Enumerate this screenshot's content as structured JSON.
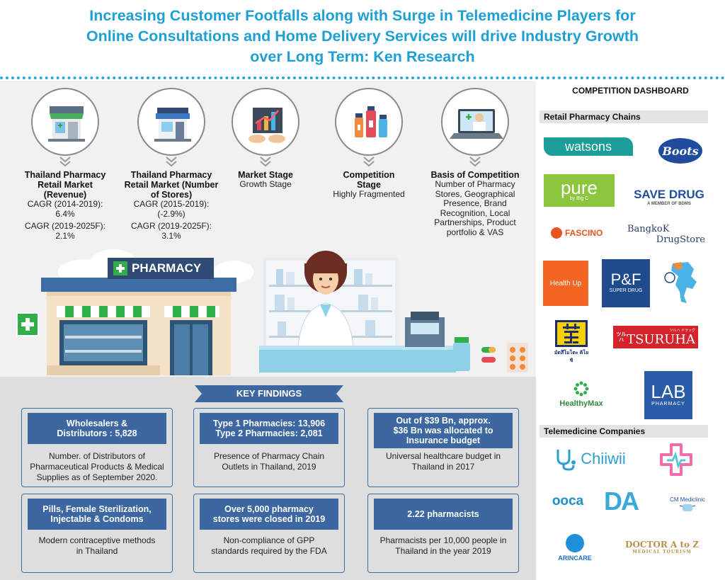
{
  "header": {
    "title_lines": [
      "Increasing Customer Footfalls along with Surge in Telemedicine Players for",
      "Online Consultations and Home Delivery Services will drive Industry Growth",
      "over Long Term: Ken Research"
    ]
  },
  "stats": [
    {
      "icon": "pharmacy-store-icon",
      "title_lines": [
        "Thailand Pharmacy",
        "Retail Market",
        "(Revenue)"
      ],
      "lines": [
        "CAGR (2014-2019):",
        "6.4%",
        "CAGR (2019-2025F):",
        "2.1%"
      ]
    },
    {
      "icon": "storefront-icon",
      "title_lines": [
        "Thailand Pharmacy",
        "Retail Market (Number",
        "of Stores)"
      ],
      "lines": [
        "CAGR (2015-2019):",
        "(-2.9%)",
        "CAGR (2019-2025F):",
        "3.1%"
      ]
    },
    {
      "icon": "growth-chart-icon",
      "title_lines": [
        "Market Stage"
      ],
      "lines": [
        "Growth Stage"
      ]
    },
    {
      "icon": "medicine-bottles-icon",
      "title_lines": [
        "Competition",
        "Stage"
      ],
      "lines": [
        "Highly Fragmented"
      ]
    },
    {
      "icon": "online-doctor-icon",
      "title_lines": [
        "Basis of Competition"
      ],
      "lines": [
        "Number of Pharmacy",
        "Stores, Geographical",
        "Presence, Brand",
        "Recognition, Local",
        "Partnerships, Product",
        "portfolio & VAS"
      ]
    }
  ],
  "scene": {
    "pharmacy_sign": "PHARMACY"
  },
  "key_findings": {
    "title": "KEY FINDINGS",
    "cards": [
      {
        "head": [
          "Wholesalers &",
          "Distributors : 5,828"
        ],
        "desc": [
          "Number. of Distributors of",
          "Pharmaceutical Products & Medical",
          "Supplies as of September 2020."
        ]
      },
      {
        "head": [
          "Type 1 Pharmacies: 13,906",
          "Type 2 Pharmacies: 2,081"
        ],
        "desc": [
          "Presence of Pharmacy Chain",
          "Outlets in Thailand, 2019"
        ]
      },
      {
        "head": [
          "Out of $39 Bn, approx.",
          "$36 Bn was allocated to",
          "Insurance budget"
        ],
        "desc": [
          "Universal healthcare budget in",
          "Thailand in 2017"
        ]
      },
      {
        "head": [
          "Pills, Female Sterilization,",
          "Injectable & Condoms"
        ],
        "desc": [
          "Modern contraceptive methods",
          "in Thailand"
        ]
      },
      {
        "head": [
          "Over 5,000 pharmacy",
          "stores were closed in 2019"
        ],
        "desc": [
          "Non-compliance of GPP",
          "standards required by the FDA"
        ]
      },
      {
        "head": [
          "2.22 pharmacists"
        ],
        "desc": [
          "Pharmacists per 10,000 people in",
          "Thailand in the year 2019"
        ]
      }
    ]
  },
  "dashboard": {
    "title": "COMPETITION DASHBOARD",
    "retail_heading": "Retail Pharmacy Chains",
    "telemedicine_heading": "Telemedicine Companies",
    "logos": {
      "watsons": "watsons",
      "boots": "Boots",
      "pure": "pure",
      "pure_sub": "by Big C",
      "savedrug": "SAVE DRUG",
      "savedrug_sub": "A MEMBER OF BDMS",
      "fascino": "FASCINO",
      "bangkok_drugstore": [
        "BangkoK",
        "DrugStore"
      ],
      "healthup": "Health Up",
      "pf": "P&F",
      "pf_sub": "SUPER DRUG",
      "matsumoto_sub": "มัตสึโมโตะ คิโยชิ",
      "tsuruha": "TSURUHA",
      "tsuruha_jp": "ツルハ",
      "tsuruha_sub": "ツルハ ドラッグ",
      "healthymax": "HealthyMax",
      "lab": "LAB",
      "lab_sub": "PHARMACY",
      "chiiwii": "Chiiwii",
      "ooca": "ooca",
      "da": "DA",
      "cm": "CM Mediclinic",
      "arincare": "ARINCARE",
      "doctor_atoz": "DOCTOR A to Z",
      "doctor_sub": "MEDICAL TOURISM"
    }
  },
  "colors": {
    "title_blue": "#1e9fd6",
    "card_blue": "#3c67a0",
    "panel_grey": "#f1f1f1",
    "green": "#2fae4a"
  }
}
